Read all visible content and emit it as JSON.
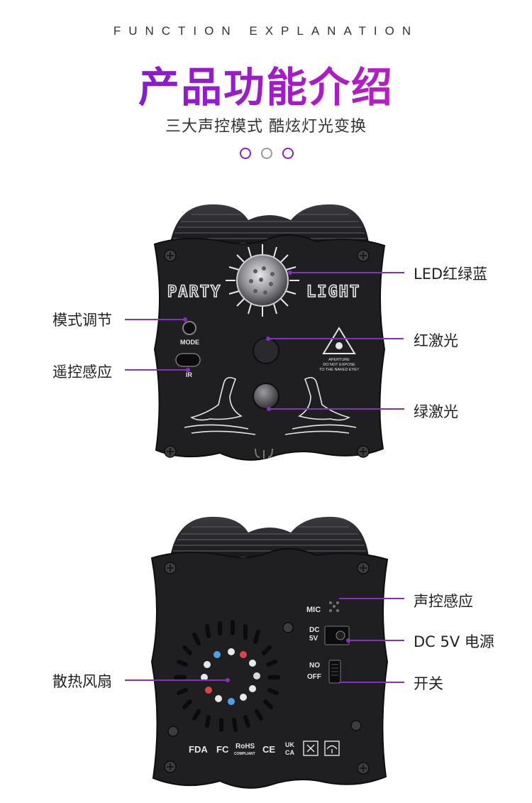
{
  "header": {
    "eyebrow": "FUNCTION EXPLANATION",
    "title": "产品功能介绍",
    "subtitle": "三大声控模式 酷炫灯光变换"
  },
  "front": {
    "logo_left": "PARTY",
    "logo_right": "LIGHT",
    "mode_label": "MODE",
    "ir_label": "IR",
    "warning_lines": [
      "APERTURE",
      "DO NOT EXPOSE",
      "TO THE NAKED EYE!!"
    ],
    "callouts": {
      "led": "LED红绿蓝",
      "mode": "模式调节",
      "red_laser": "红激光",
      "remote": "遥控感应",
      "green_laser": "绿激光"
    }
  },
  "back": {
    "mic_label": "MIC",
    "dc_label_1": "DC",
    "dc_label_2": "5V",
    "switch_label_1": "NO",
    "switch_label_2": "OFF",
    "cert_marks": [
      "FDA",
      "FC",
      "RoHS",
      "CE",
      "UK",
      "CA"
    ],
    "rohs_sub": "COMPLIANT",
    "callouts": {
      "mic": "声控感应",
      "dc": "DC 5V 电源",
      "fan": "散热风扇",
      "switch": "开关"
    }
  },
  "colors": {
    "accent": "#8a2cc5",
    "title_start": "#6a1ecf",
    "title_end": "#d320b8",
    "body": "#1f1f22"
  }
}
